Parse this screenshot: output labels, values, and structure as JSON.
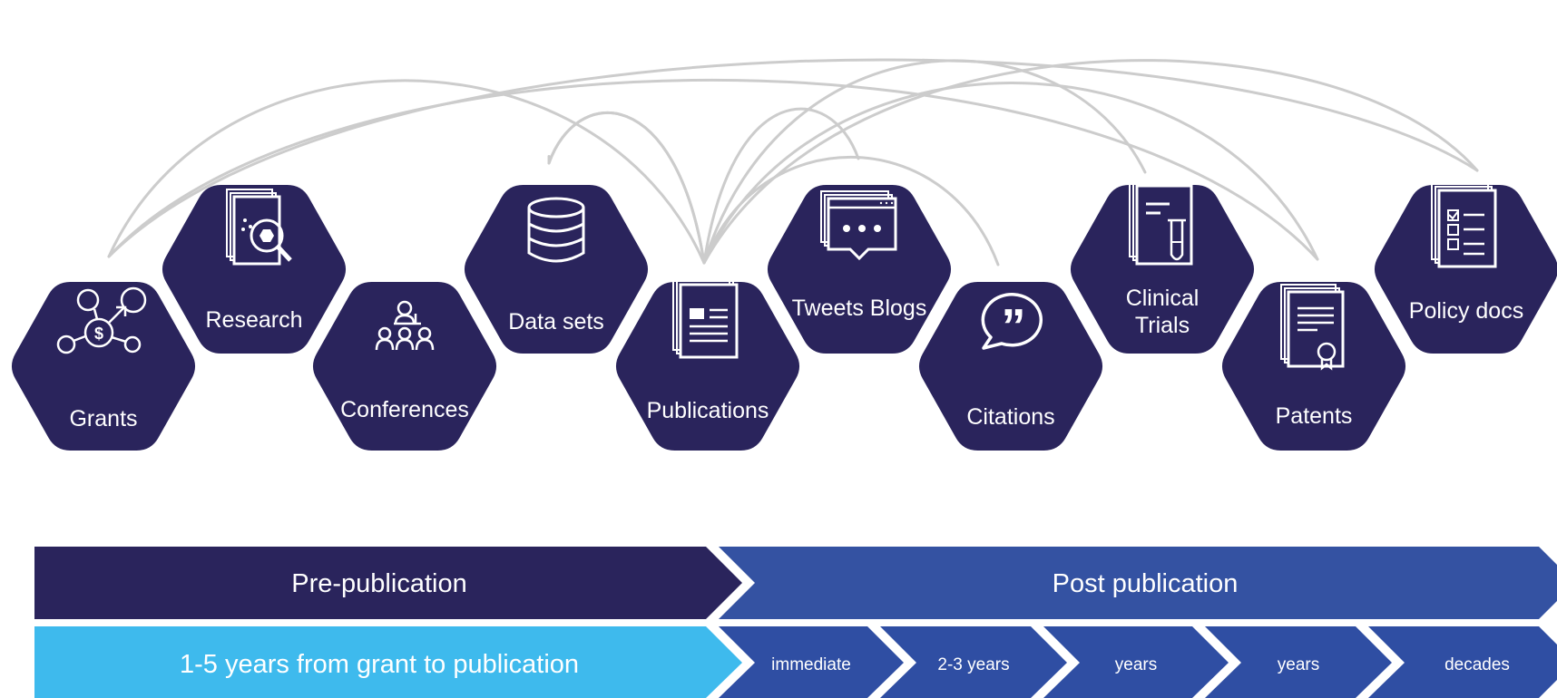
{
  "colors": {
    "hex_fill": "#2a245c",
    "pre_band": "#2a245c",
    "post_band": "#3452a2",
    "pre_time_band": "#3ebaed",
    "post_time_chevrons": "#2f4ea3",
    "arc": "#cccccc",
    "text_on_dark": "#ffffff"
  },
  "nodes": [
    {
      "key": "grants",
      "label": "Grants",
      "icon": "grant-network-icon"
    },
    {
      "key": "research",
      "label": "Research",
      "icon": "research-magnifier-icon"
    },
    {
      "key": "conferences",
      "label": "Conferences",
      "icon": "audience-icon"
    },
    {
      "key": "datasets",
      "label": "Data sets",
      "icon": "database-icon"
    },
    {
      "key": "publications",
      "label": "Publications",
      "icon": "publication-document-icon"
    },
    {
      "key": "tweets",
      "label": "Tweets Blogs",
      "icon": "chat-window-icon"
    },
    {
      "key": "citations",
      "label": "Citations",
      "icon": "quote-bubble-icon"
    },
    {
      "key": "clinical",
      "label": "Clinical Trials",
      "label_lines": [
        "Clinical",
        "Trials"
      ],
      "icon": "test-tube-document-icon"
    },
    {
      "key": "patents",
      "label": "Patents",
      "icon": "certificate-document-icon"
    },
    {
      "key": "policy",
      "label": "Policy docs",
      "icon": "checklist-document-icon"
    }
  ],
  "connections": [
    [
      "grants",
      "publications"
    ],
    [
      "grants",
      "patents"
    ],
    [
      "grants",
      "policy"
    ],
    [
      "research",
      "datasets"
    ],
    [
      "research",
      "publications"
    ],
    [
      "datasets",
      "publications"
    ],
    [
      "publications",
      "tweets"
    ],
    [
      "publications",
      "citations"
    ],
    [
      "publications",
      "clinical"
    ],
    [
      "publications",
      "patents"
    ],
    [
      "publications",
      "policy"
    ]
  ],
  "phases": {
    "pre": "Pre-publication",
    "post": "Post publication"
  },
  "timeline": {
    "pre": "1-5 years from grant to publication",
    "post": [
      "immediate",
      "2-3 years",
      "years",
      "years",
      "decades"
    ]
  }
}
